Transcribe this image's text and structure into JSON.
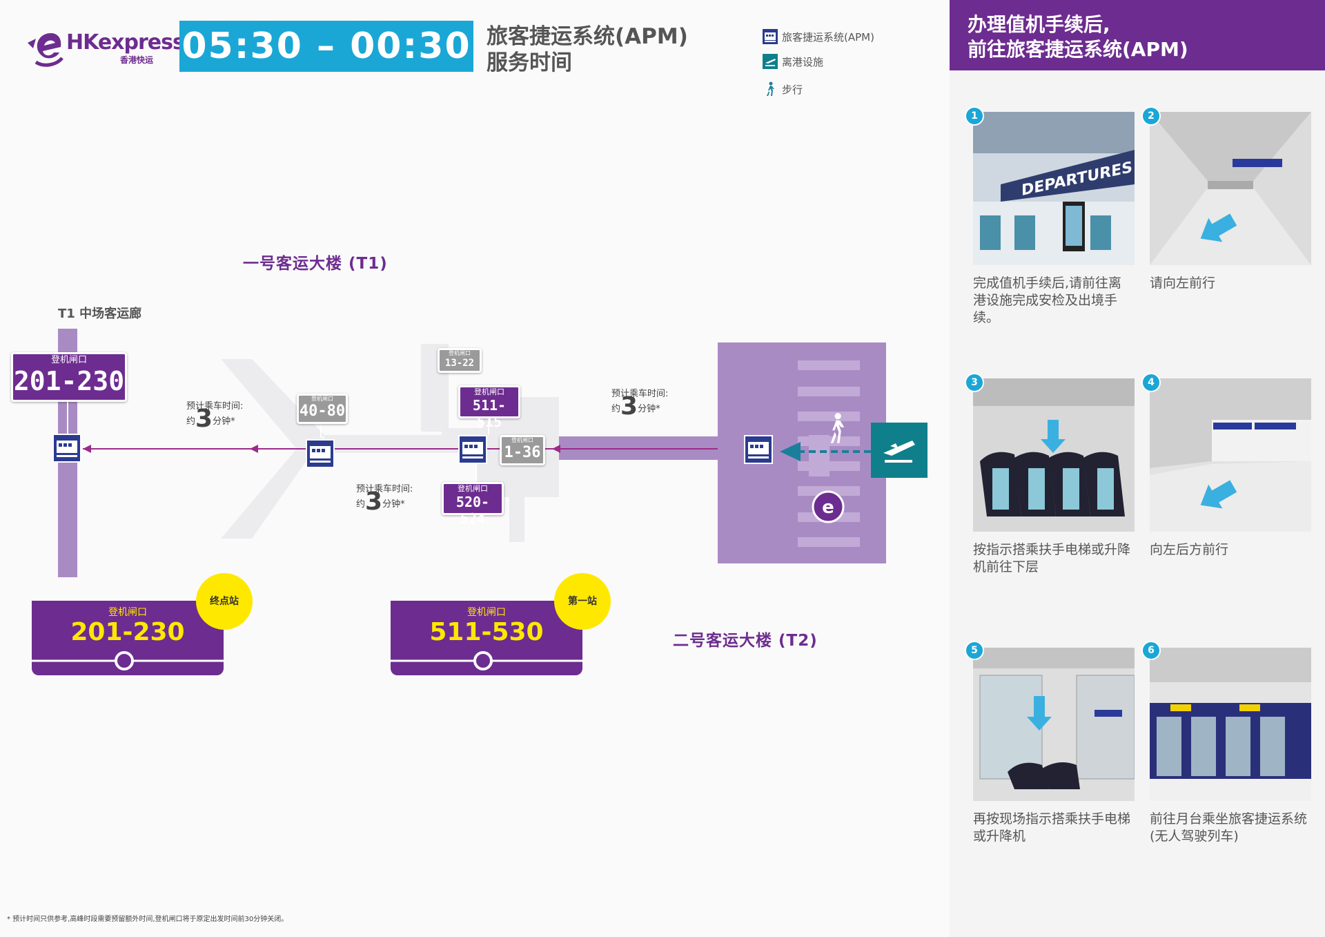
{
  "brand": {
    "name": "HKexpress",
    "sub": "香港快运",
    "color": "#6d2c8f",
    "accent": "#1aa7d6"
  },
  "header": {
    "hours": "05:30 – 00:30",
    "title_line1": "旅客捷运系统(APM)",
    "title_line2": "服务时间"
  },
  "legend": [
    {
      "icon": "train-icon",
      "label": "旅客捷运系统(APM)"
    },
    {
      "icon": "departure-icon",
      "label": "离港设施"
    },
    {
      "icon": "walk-icon",
      "label": "步行"
    }
  ],
  "map": {
    "t1_label": "一号客运大楼 (T1)",
    "t1_midfield_label": "T1 中场客运廊",
    "t2_label": "二号客运大楼 (T2)",
    "gate_small": "登机闸口",
    "gate_201_230": "201-230",
    "gate_40_80": "40-80",
    "gate_13_22": "13-22",
    "gate_511_515": "511-515",
    "gate_1_36": "1-36",
    "gate_520_524": "520-524",
    "eta_label": "预计乘车时间:",
    "eta_about": "约",
    "eta_num": "3",
    "eta_unit": "分钟*",
    "station_end": {
      "gate_small": "登机闸口",
      "range": "201-230",
      "badge": "终点站"
    },
    "station_first": {
      "gate_small": "登机闸口",
      "range": "511-530",
      "badge": "第一站"
    }
  },
  "panel": {
    "title_line1": "办理值机手续后,",
    "title_line2": "前往旅客捷运系统(APM)",
    "steps": [
      {
        "num": "1",
        "caption": "完成值机手续后,请前往离港设施完成安检及出境手续。",
        "sign": "DEPARTURES"
      },
      {
        "num": "2",
        "caption": "请向左前行"
      },
      {
        "num": "3",
        "caption": "按指示搭乘扶手电梯或升降机前往下层"
      },
      {
        "num": "4",
        "caption": "向左后方前行"
      },
      {
        "num": "5",
        "caption": "再按现场指示搭乘扶手电梯或升降机"
      },
      {
        "num": "6",
        "caption": "前往月台乘坐旅客捷运系统(无人驾驶列车)"
      }
    ]
  },
  "footnote": "* 预计时间只供参考,高峰时段需要预留额外时间,登机闸口将于原定出发时间前30分钟关闭。"
}
